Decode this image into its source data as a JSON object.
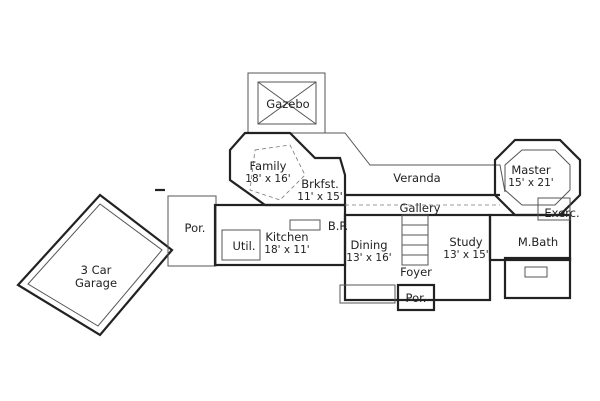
{
  "rooms": [
    {
      "key": "gazebo",
      "name": "Gazebo",
      "size": ""
    },
    {
      "key": "family",
      "name": "Family",
      "size": "18' x 16'"
    },
    {
      "key": "brkfst",
      "name": "Brkfst.",
      "size": "11' x 15'"
    },
    {
      "key": "veranda",
      "name": "Veranda",
      "size": ""
    },
    {
      "key": "master",
      "name": "Master",
      "size": "15' x 21'"
    },
    {
      "key": "gallery",
      "name": "Gallery",
      "size": ""
    },
    {
      "key": "exerc",
      "name": "Exerc.",
      "size": ""
    },
    {
      "key": "por_side",
      "name": "Por.",
      "size": ""
    },
    {
      "key": "util",
      "name": "Util.",
      "size": ""
    },
    {
      "key": "kitchen",
      "name": "Kitchen",
      "size": "18' x 11'"
    },
    {
      "key": "bp",
      "name": "B.P.",
      "size": ""
    },
    {
      "key": "dining",
      "name": "Dining",
      "size": "13' x 16'"
    },
    {
      "key": "study",
      "name": "Study",
      "size": "13' x 15'"
    },
    {
      "key": "mbath",
      "name": "M.Bath",
      "size": ""
    },
    {
      "key": "foyer",
      "name": "Foyer",
      "size": ""
    },
    {
      "key": "por_front",
      "name": "Por.",
      "size": ""
    },
    {
      "key": "garage",
      "name": "3 Car",
      "size": "Garage"
    }
  ],
  "colors": {
    "wall": "#222222",
    "background": "#ffffff"
  }
}
